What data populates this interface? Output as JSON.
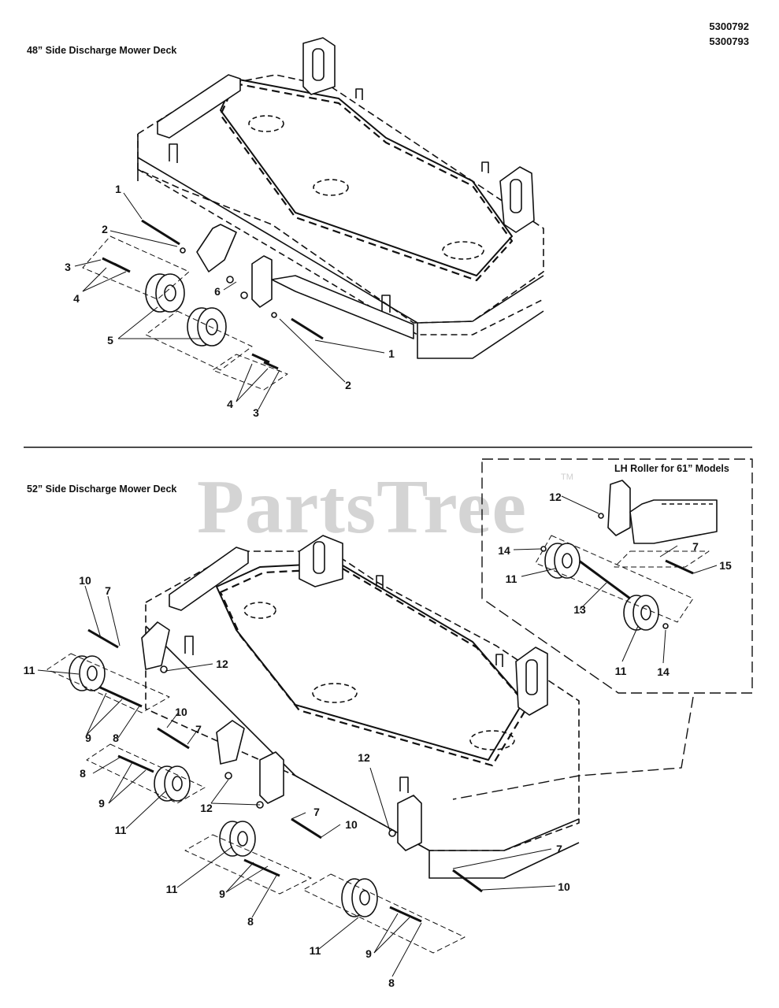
{
  "part_codes": [
    "5300792",
    "5300793"
  ],
  "sections": {
    "top_title": "48” Side Discharge Mower Deck",
    "bottom_title": "52” Side Discharge Mower Deck",
    "inset_title": "LH Roller for 61” Models"
  },
  "watermark": {
    "text": "PartsTree",
    "tm": "TM"
  },
  "callouts_top": [
    "1",
    "2",
    "3",
    "4",
    "6",
    "5",
    "1",
    "2",
    "4",
    "3"
  ],
  "callouts_bottom": [
    "10",
    "7",
    "11",
    "12",
    "9",
    "8",
    "10",
    "7",
    "8",
    "9",
    "11",
    "12",
    "7",
    "10",
    "12",
    "11",
    "9",
    "8",
    "7",
    "10",
    "11",
    "9",
    "8"
  ],
  "callouts_inset": [
    "12",
    "14",
    "11",
    "7",
    "15",
    "13",
    "11",
    "14"
  ]
}
